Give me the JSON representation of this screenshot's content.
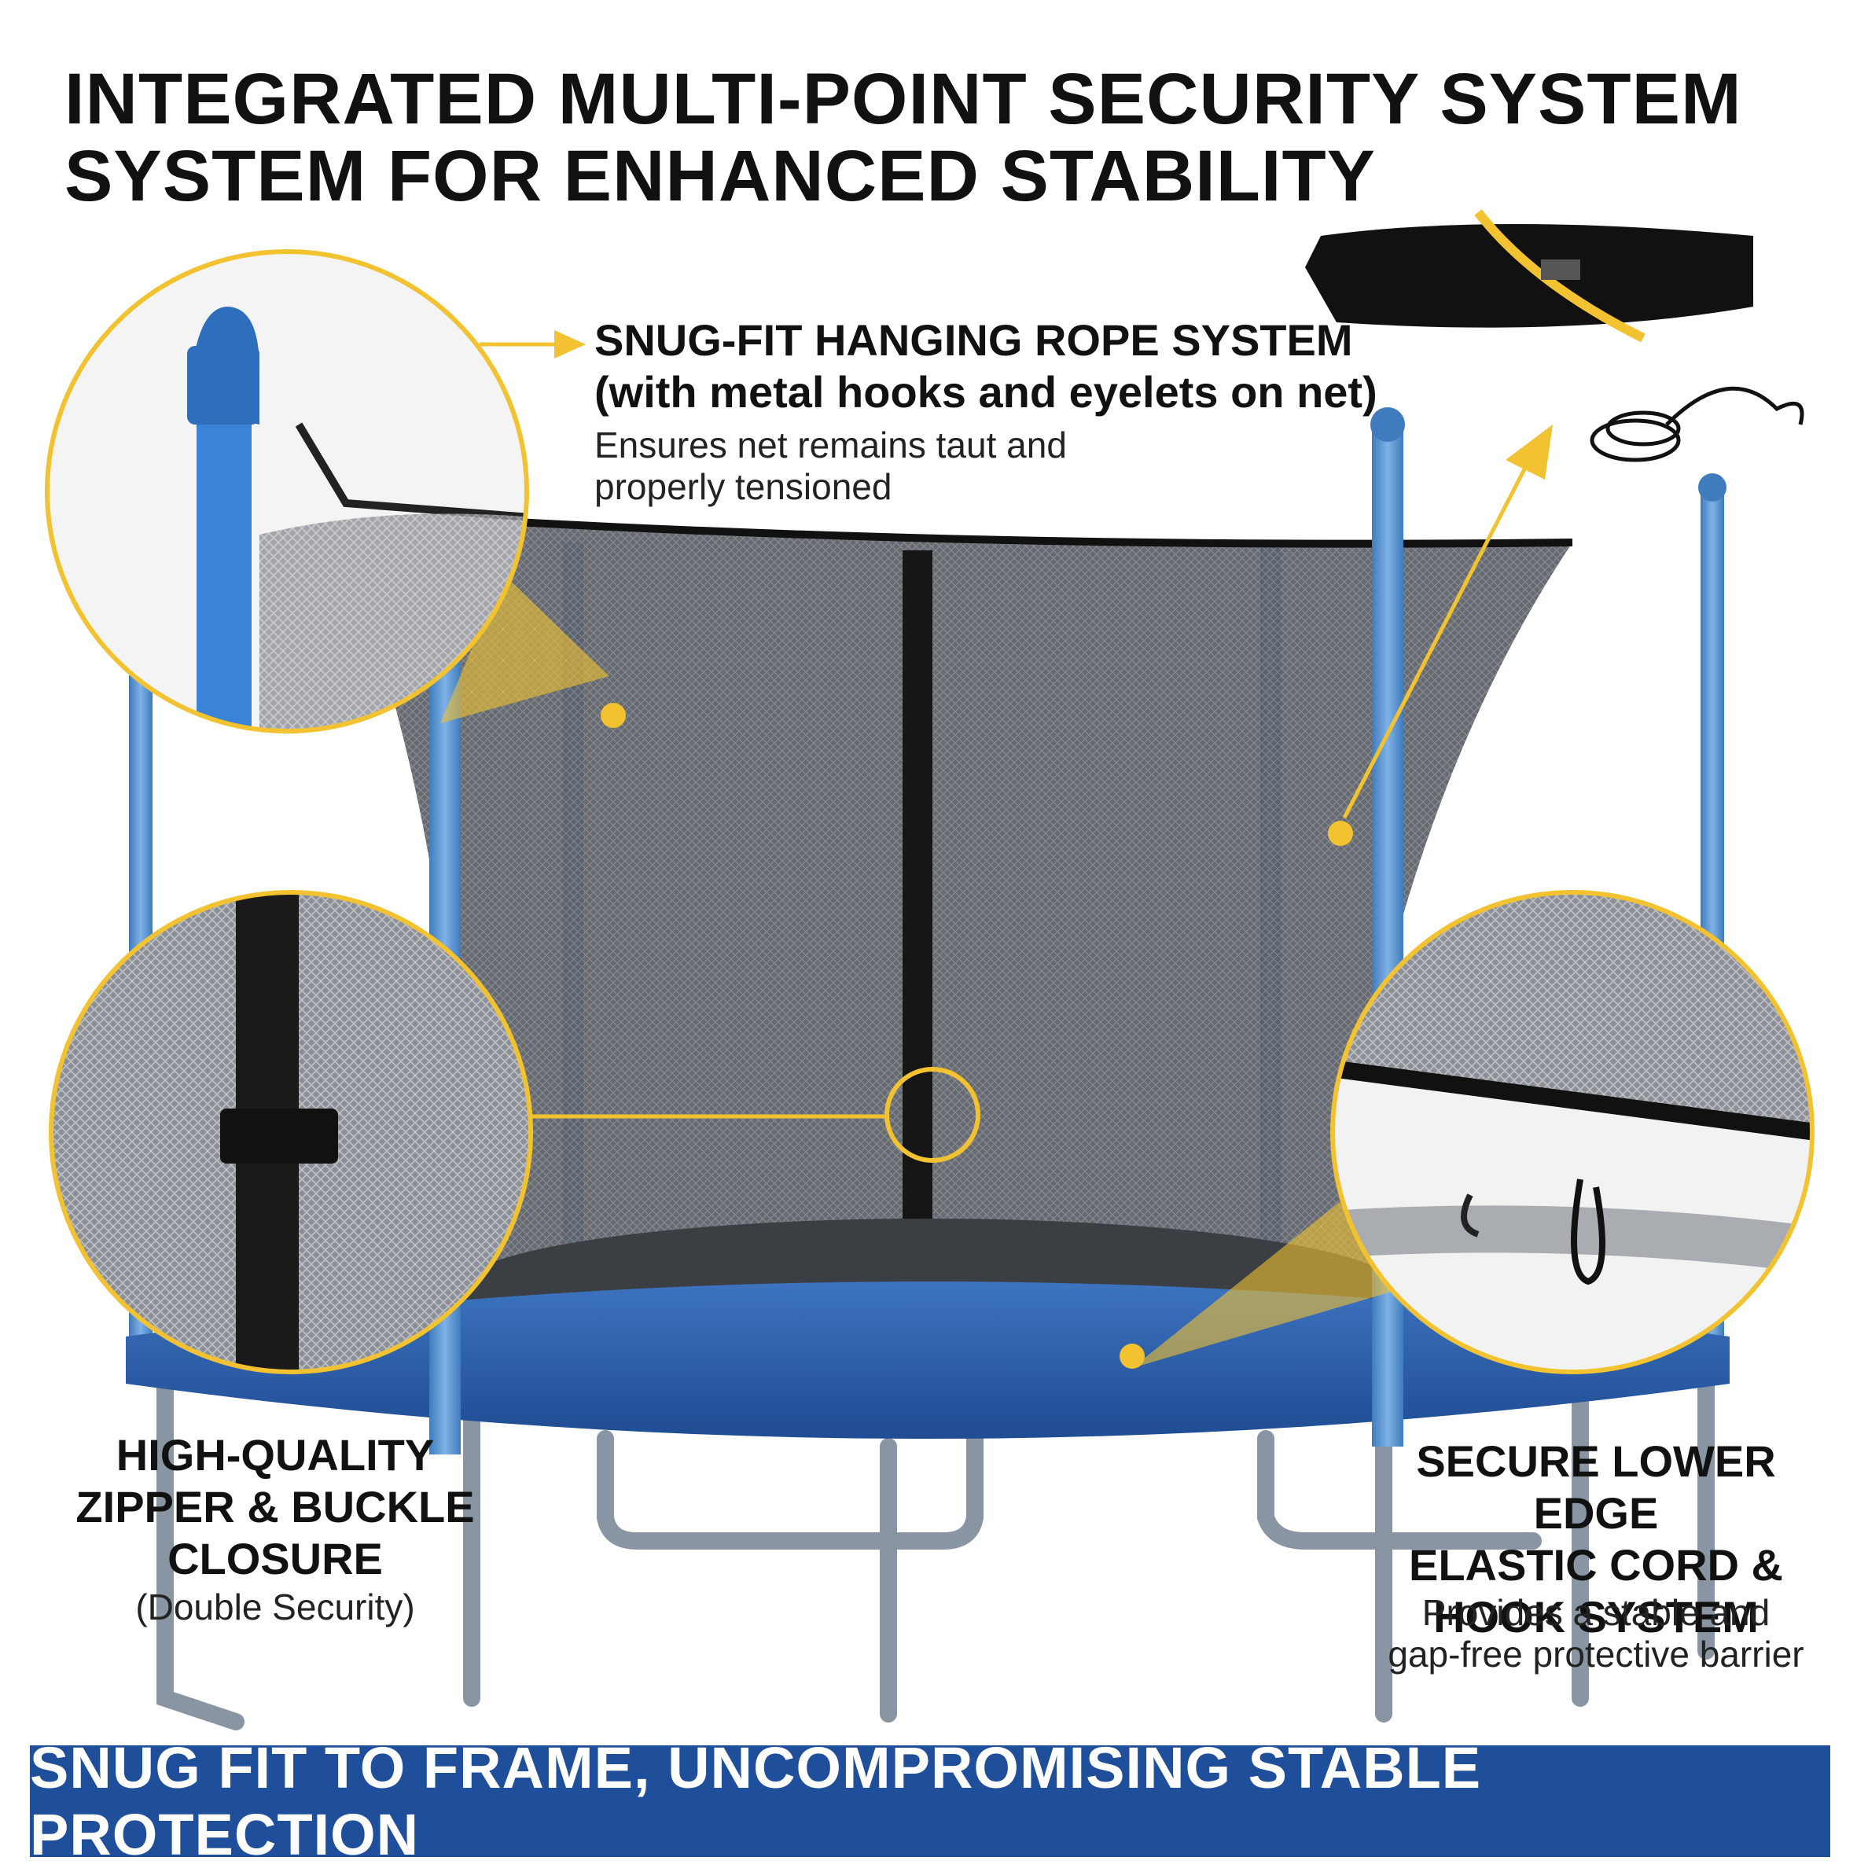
{
  "headline": {
    "line1": "INTEGRATED MULTI-POINT SECURITY SYSTEM",
    "line2": "SYSTEM FOR ENHANCED STABILITY"
  },
  "features": {
    "rope": {
      "title_line1": "SNUG-FIT HANGING ROPE SYSTEM",
      "title_line2": "(with metal hooks and eyelets on net)",
      "sub_line1": "Ensures net remains taut and",
      "sub_line2": "properly tensioned"
    },
    "zipper": {
      "title_line1": "HIGH-QUALITY",
      "title_line2": "ZIPPER & BUCKLE",
      "title_line3": "CLOSURE",
      "sub": "(Double Security)"
    },
    "edge": {
      "title_line1": "SECURE LOWER EDGE",
      "title_line2": "ELASTIC CORD &",
      "title_line3": "HOOK SYSTEM",
      "sub_line1": "Provides a stable and",
      "sub_line2": "gap-free protective barrier"
    }
  },
  "banner": {
    "text": "SNUG FIT TO FRAME, UNCOMPROMISING STABLE PROTECTION"
  },
  "colors": {
    "accent_yellow": "#f2c230",
    "frame_blue": "#5a93cf",
    "pad_blue": "#2f63b0",
    "banner_blue": "#1f4f9a",
    "net_gray": "#5c6066",
    "leg_gray": "#8a95a3"
  },
  "icons": [
    "trampoline-illustration",
    "magnifier-callout",
    "folded-net-product",
    "rope-bundle-product",
    "pointer-arrow"
  ]
}
